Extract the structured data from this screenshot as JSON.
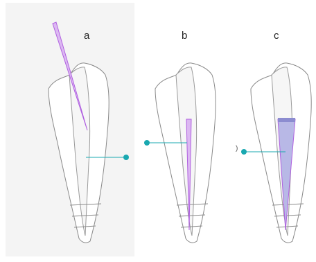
{
  "panels": [
    {
      "label": "a"
    },
    {
      "label": "b"
    },
    {
      "label": "c"
    }
  ],
  "stray_mark": ")",
  "colors": {
    "tooth_outline": "#8a8a8a",
    "canal_fill": "#f6f6f6",
    "instrument": "#b060e0",
    "instrument_fill": "#dcb8f2",
    "cone_fill": "#b8b8e6",
    "cone_top": "#8c8cd0",
    "pointer": "#19a8b0"
  }
}
